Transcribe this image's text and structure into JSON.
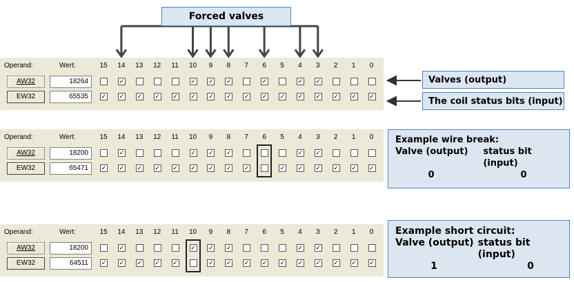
{
  "forced_label": "Forced valves",
  "side_labels": {
    "valves_output": "Valves (output)",
    "coil_status": "The coil status bits (input)"
  },
  "bits": [
    "15",
    "14",
    "13",
    "12",
    "11",
    "10",
    "9",
    "8",
    "7",
    "6",
    "5",
    "4",
    "3",
    "2",
    "1",
    "0"
  ],
  "forced_bits": [
    14,
    10,
    9,
    8,
    6,
    4,
    3
  ],
  "panels": [
    {
      "operand_label": "Operand:",
      "wert_label": "Wert:",
      "rows": [
        {
          "operand": "AW32",
          "value": "18264",
          "set": [
            14,
            10,
            9,
            8,
            6,
            4,
            3
          ]
        },
        {
          "operand": "EW32",
          "value": "65535",
          "set": [
            15,
            14,
            13,
            12,
            11,
            10,
            9,
            8,
            7,
            6,
            5,
            4,
            3,
            2,
            1,
            0
          ]
        }
      ],
      "highlight_bit": null
    },
    {
      "operand_label": "Operand:",
      "wert_label": "Wert:",
      "rows": [
        {
          "operand": "AW32",
          "value": "18200",
          "set": [
            14,
            10,
            9,
            8,
            4,
            3
          ]
        },
        {
          "operand": "EW32",
          "value": "65471",
          "set": [
            15,
            14,
            13,
            12,
            11,
            10,
            9,
            8,
            7,
            5,
            4,
            3,
            2,
            1,
            0
          ]
        }
      ],
      "highlight_bit": 6
    },
    {
      "operand_label": "Operand:",
      "wert_label": "Wert:",
      "rows": [
        {
          "operand": "AW32",
          "value": "18200",
          "set": [
            14,
            10,
            9,
            8,
            4,
            3
          ]
        },
        {
          "operand": "EW32",
          "value": "64511",
          "set": [
            15,
            14,
            13,
            12,
            11,
            9,
            8,
            7,
            6,
            5,
            4,
            3,
            2,
            1,
            0
          ]
        }
      ],
      "highlight_bit": 10
    }
  ],
  "examples": [
    {
      "title": "Example wire break:",
      "col1": "Valve (output)",
      "col2": "status bit (input)",
      "val1": "0",
      "val2": "0"
    },
    {
      "title": "Example short circuit:",
      "col1": "Valve (output)",
      "col2": "status bit (input)",
      "val1": "1",
      "val2": "0"
    }
  ]
}
